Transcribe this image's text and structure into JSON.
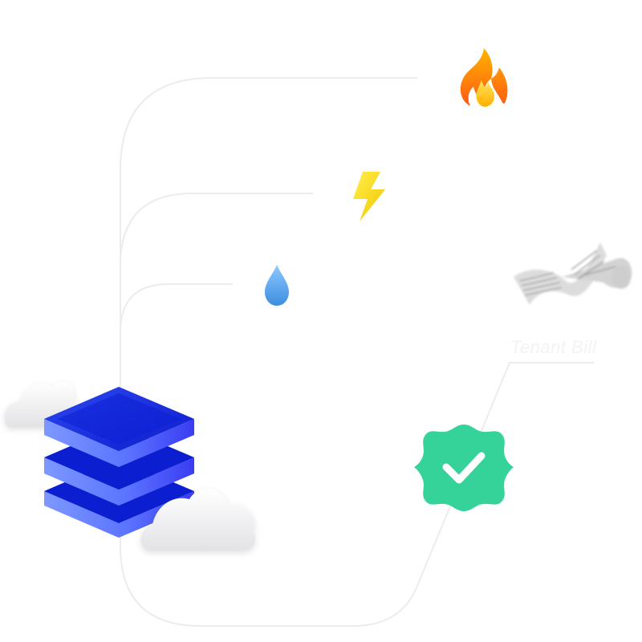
{
  "diagram": {
    "nodes": [
      {
        "id": "gas",
        "icon": "fire-icon",
        "kind": "utility"
      },
      {
        "id": "electricity",
        "icon": "lightning-bolt-icon",
        "kind": "utility"
      },
      {
        "id": "water",
        "icon": "water-drop-icon",
        "kind": "utility"
      },
      {
        "id": "data-store",
        "icon": "database-stack-icon",
        "kind": "source"
      },
      {
        "id": "receipt",
        "icon": "receipt-paper-icon",
        "kind": "output"
      },
      {
        "id": "verified",
        "icon": "verified-badge-icon",
        "kind": "status"
      }
    ],
    "labels": {
      "tenant_bill": "Tenant Bill"
    },
    "colors": {
      "connector": "#ececec",
      "database": "#2f4bef",
      "database_dark": "#0c1fd0",
      "check_badge": "#35d39a",
      "fire_outer": "#ff6a1a",
      "fire_inner": "#ffd21a",
      "bolt": "#ffe400",
      "drop": "#5aaaf0"
    }
  }
}
